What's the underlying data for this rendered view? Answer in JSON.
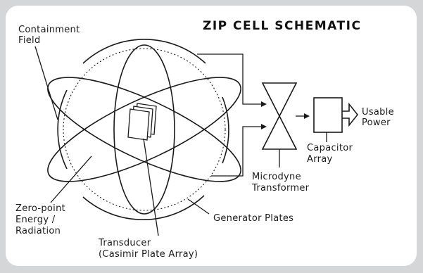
{
  "title": "ZIP CELL SCHEMATIC",
  "labels": {
    "containment_line1": "Containment",
    "containment_line2": "Field",
    "usable_line1": "Usable",
    "usable_line2": "Power",
    "capacitor_line1": "Capacitor",
    "capacitor_line2": "Array",
    "microdyne_line1": "Microdyne",
    "microdyne_line2": "Transformer",
    "zeropoint_line1": "Zero-point",
    "zeropoint_line2": "Energy /",
    "zeropoint_line3": "Radiation",
    "generator": "Generator Plates",
    "transducer_line1": "Transducer",
    "transducer_line2": "(Casimir Plate Array)"
  },
  "colors": {
    "frame": "#d5d6d8",
    "panel": "#ffffff",
    "ink": "#1a1a1a"
  }
}
